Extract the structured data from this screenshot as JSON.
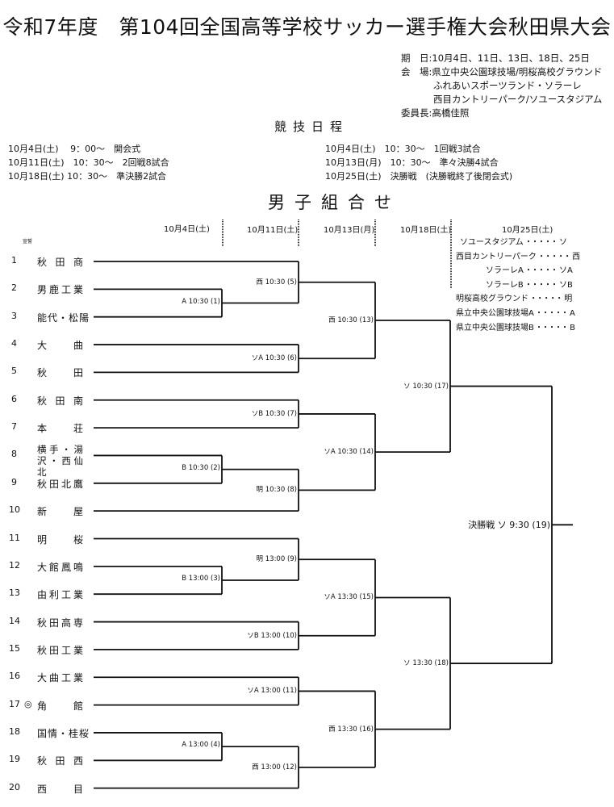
{
  "title": "令和7年度　第104回全国高等学校サッカー選手権大会秋田県大会",
  "info": {
    "dates_label": "期　日:",
    "dates": "10月4日、11日、13日、18日、25日",
    "venues_label": "会　場:",
    "venues": [
      "県立中央公園球技場/明桜高校グラウンド",
      "ふれあいスポーツランド・ソラーレ",
      "西目カントリーパーク/ソユースタジアム"
    ],
    "chair_label": "委員長:",
    "chair": "高橋佳照"
  },
  "schedule": {
    "heading": "競技日程",
    "left": [
      "10月4日(土)　 9：00～　開会式",
      "10月11日(土)　10：30～　2回戦8試合",
      "10月18日(土) 10：30～　準決勝2試合"
    ],
    "right": [
      "10月4日(土)　10：30～　1回戦3試合",
      "10月13日(月)　10：30～　準々決勝4試合",
      "10月25日(土)　決勝戦　(決勝戦終了後閉会式)"
    ]
  },
  "bracket": {
    "heading": "男子組合せ",
    "oath_label": "宣誓",
    "round_dates": [
      "10月4日(土)",
      "10月11日(土)",
      "10月13日(月)",
      "10月18日(土)",
      "10月25日(土)"
    ],
    "teams": [
      {
        "num": "1",
        "name": "秋田商",
        "mark": ""
      },
      {
        "num": "2",
        "name": "男鹿工業",
        "mark": ""
      },
      {
        "num": "3",
        "name": "能代・松陽",
        "mark": ""
      },
      {
        "num": "4",
        "name": "大曲",
        "mark": ""
      },
      {
        "num": "5",
        "name": "秋田",
        "mark": ""
      },
      {
        "num": "6",
        "name": "秋田南",
        "mark": ""
      },
      {
        "num": "7",
        "name": "本荘",
        "mark": ""
      },
      {
        "num": "8",
        "name": "横手・湯沢・西仙北",
        "mark": ""
      },
      {
        "num": "9",
        "name": "秋田北鷹",
        "mark": ""
      },
      {
        "num": "10",
        "name": "新屋",
        "mark": ""
      },
      {
        "num": "11",
        "name": "明桜",
        "mark": ""
      },
      {
        "num": "12",
        "name": "大館鳳鳴",
        "mark": ""
      },
      {
        "num": "13",
        "name": "由利工業",
        "mark": ""
      },
      {
        "num": "14",
        "name": "秋田高専",
        "mark": ""
      },
      {
        "num": "15",
        "name": "秋田工業",
        "mark": ""
      },
      {
        "num": "16",
        "name": "大曲工業",
        "mark": ""
      },
      {
        "num": "17",
        "name": "角館",
        "mark": "◎"
      },
      {
        "num": "18",
        "name": "国情・桂桜",
        "mark": ""
      },
      {
        "num": "19",
        "name": "秋田西",
        "mark": ""
      },
      {
        "num": "20",
        "name": "西目",
        "mark": ""
      }
    ],
    "matches": [
      {
        "id": 1,
        "label": "A 10:30 (1)",
        "a": "t2",
        "b": "t3",
        "round": 1
      },
      {
        "id": 2,
        "label": "B 10:30 (2)",
        "a": "t8",
        "b": "t9",
        "round": 1
      },
      {
        "id": 3,
        "label": "B 13:00 (3)",
        "a": "t12",
        "b": "t13",
        "round": 1
      },
      {
        "id": 4,
        "label": "A 13:00 (4)",
        "a": "t18",
        "b": "t19",
        "round": 1
      },
      {
        "id": 5,
        "label": "西 10:30 (5)",
        "a": "t1",
        "b": "m1",
        "round": 2
      },
      {
        "id": 6,
        "label": "ソA 10:30 (6)",
        "a": "t4",
        "b": "t5",
        "round": 2
      },
      {
        "id": 7,
        "label": "ソB 10:30 (7)",
        "a": "t6",
        "b": "t7",
        "round": 2
      },
      {
        "id": 8,
        "label": "明 10:30 (8)",
        "a": "m2",
        "b": "t10",
        "round": 2
      },
      {
        "id": 9,
        "label": "明 13:00 (9)",
        "a": "t11",
        "b": "m3",
        "round": 2
      },
      {
        "id": 10,
        "label": "ソB 13:00 (10)",
        "a": "t14",
        "b": "t15",
        "round": 2
      },
      {
        "id": 11,
        "label": "ソA 13:00 (11)",
        "a": "t16",
        "b": "t17",
        "round": 2
      },
      {
        "id": 12,
        "label": "西 13:00 (12)",
        "a": "m4",
        "b": "t20",
        "round": 2
      },
      {
        "id": 13,
        "label": "西 10:30 (13)",
        "a": "m5",
        "b": "m6",
        "round": 3
      },
      {
        "id": 14,
        "label": "ソA 10:30 (14)",
        "a": "m7",
        "b": "m8",
        "round": 3
      },
      {
        "id": 15,
        "label": "ソA 13:30 (15)",
        "a": "m9",
        "b": "m10",
        "round": 3
      },
      {
        "id": 16,
        "label": "西 13:30 (16)",
        "a": "m11",
        "b": "m12",
        "round": 3
      },
      {
        "id": 17,
        "label": "ソ 10:30 (17)",
        "a": "m13",
        "b": "m14",
        "round": 4
      },
      {
        "id": 18,
        "label": "ソ 13:30 (18)",
        "a": "m15",
        "b": "m16",
        "round": 4
      },
      {
        "id": 19,
        "label": "決勝戦 ソ 9:30 (19)",
        "a": "m17",
        "b": "m18",
        "round": 5
      }
    ]
  },
  "venue_legend": [
    {
      "name": "ソユースタジアム",
      "code": "ソ"
    },
    {
      "name": "西目カントリーパーク",
      "code": "西"
    },
    {
      "name": "ソラーレA",
      "code": "ソA"
    },
    {
      "name": "ソラーレB",
      "code": "ソB"
    },
    {
      "name": "明桜高校グラウンド",
      "code": "明"
    },
    {
      "name": "県立中央公園球技場A",
      "code": "A"
    },
    {
      "name": "県立中央公園球技場B",
      "code": "B"
    }
  ],
  "legend_separator": "・・・・・"
}
